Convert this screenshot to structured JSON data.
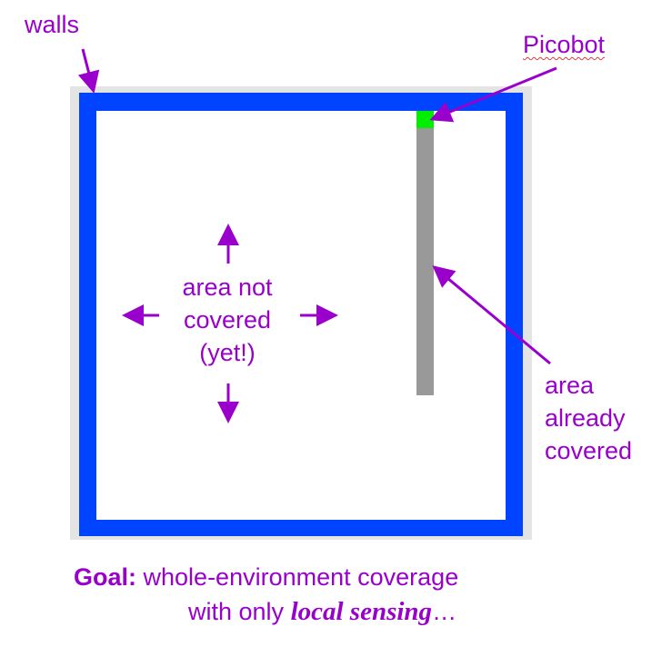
{
  "labels": {
    "walls": "walls",
    "picobot": "Picobot",
    "not_covered": [
      "area not",
      "covered",
      "(yet!)"
    ],
    "covered": [
      "area",
      "already",
      "covered"
    ]
  },
  "caption": {
    "goal": "Goal:",
    "line1": " whole-environment coverage",
    "line2_prefix": "with only ",
    "line2_emph": "local sensing",
    "line2_suffix": "…"
  },
  "colors": {
    "text": "#9900cc",
    "wall": "#0044ff",
    "border": "#e4e4e4",
    "robot": "#00ee00",
    "covered": "#999999"
  }
}
